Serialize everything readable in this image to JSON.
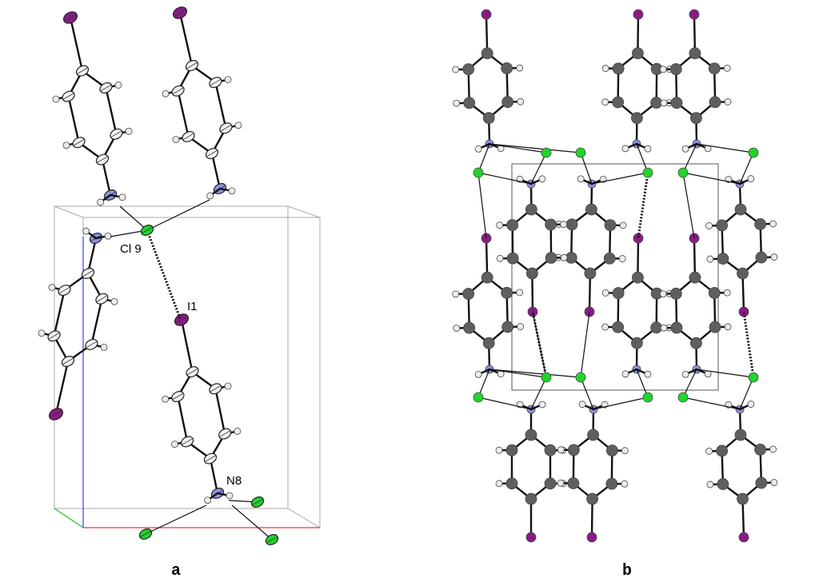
{
  "panel_a": {
    "label": "a",
    "atom_labels": [
      "Cl 9",
      "I1",
      "N8"
    ]
  },
  "panel_b": {
    "label": "b"
  },
  "colors": {
    "iodine": "#8a1a86",
    "chlorine": "#22d32a",
    "nitrogen": "#8e92e6",
    "carbon_b": "#5f5f5f",
    "carbon_a": "#f2f2f2",
    "hydrogen": "#ececec",
    "bond": "#111111",
    "cell_edge": "#a9a9a9",
    "axis_a": "#ff3030",
    "axis_b": "#30c030",
    "axis_c": "#3040ff"
  }
}
